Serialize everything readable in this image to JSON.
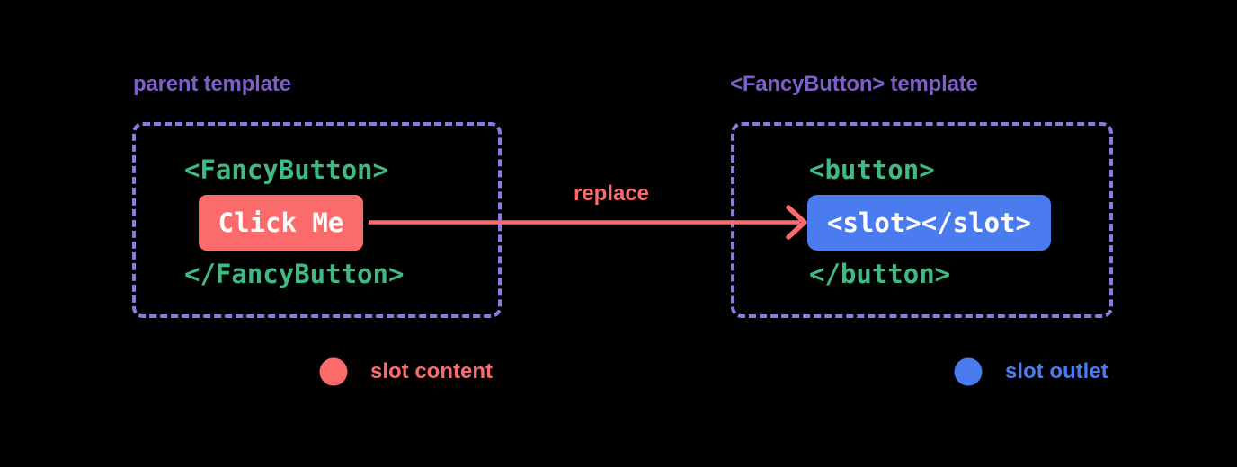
{
  "colors": {
    "background": "#000000",
    "title_purple": "#7c5fc9",
    "border_purple": "#8b7ae0",
    "code_green": "#42b883",
    "red": "#fc6b6b",
    "blue": "#4a7cf0",
    "white": "#ffffff"
  },
  "panels": {
    "parent": {
      "title": "parent template",
      "code_open": "<FancyButton>",
      "button_label": "Click Me",
      "code_close": "</FancyButton>"
    },
    "fancy_button": {
      "title": "<FancyButton> template",
      "code_open": "<button>",
      "slot_label": "<slot></slot>",
      "code_close": "</button>"
    }
  },
  "arrow": {
    "label": "replace"
  },
  "legend": {
    "slot_content": {
      "label": "slot content",
      "color": "#fc6b6b"
    },
    "slot_outlet": {
      "label": "slot outlet",
      "color": "#4a7cf0"
    }
  }
}
